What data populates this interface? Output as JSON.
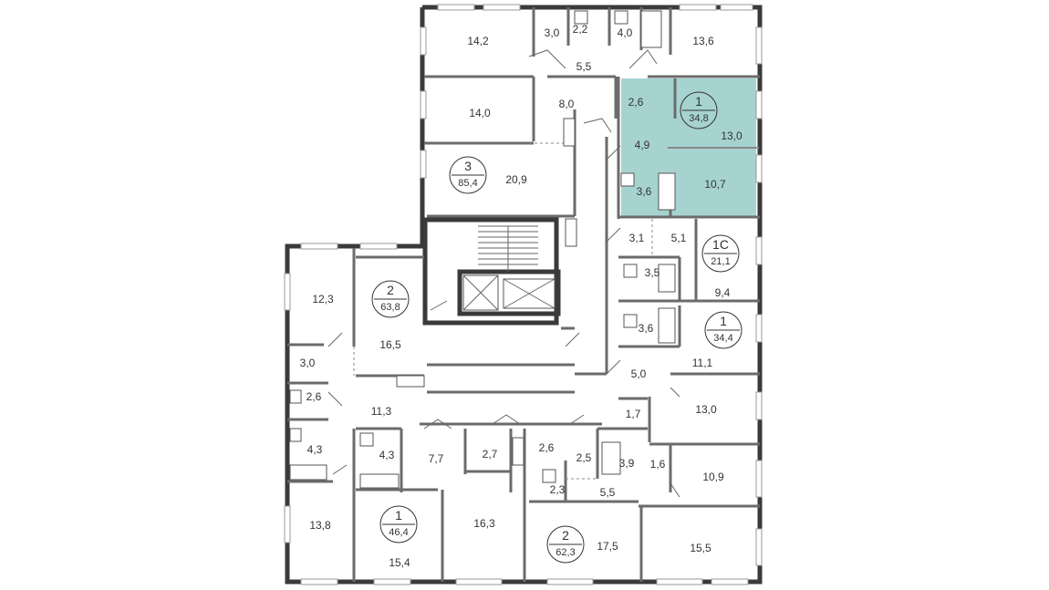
{
  "highlight_color": "#a6d3cf",
  "rooms": [
    "14,2",
    "3,0",
    "2,2",
    "4,0",
    "13,6",
    "5,5",
    "14,0",
    "8,0",
    "2,6",
    "13,0",
    "4,9",
    "20,9",
    "3,6",
    "10,7",
    "3,1",
    "5,1",
    "3,5",
    "9,4",
    "3,6",
    "11,1",
    "5,0",
    "12,3",
    "16,5",
    "3,0",
    "2,6",
    "11,3",
    "4,3",
    "1,7",
    "13,0",
    "4,3",
    "7,7",
    "2,7",
    "2,6",
    "2,5",
    "3,9",
    "1,6",
    "10,9",
    "2,3",
    "5,5",
    "13,8",
    "16,3",
    "17,5",
    "15,5",
    "15,4"
  ],
  "apartments": [
    {
      "rooms": "1",
      "area": "34,8"
    },
    {
      "rooms": "3",
      "area": "85,4"
    },
    {
      "rooms": "1С",
      "area": "21,1"
    },
    {
      "rooms": "2",
      "area": "63,8"
    },
    {
      "rooms": "1",
      "area": "34,4"
    },
    {
      "rooms": "1",
      "area": "46,4"
    },
    {
      "rooms": "2",
      "area": "62,3"
    }
  ]
}
